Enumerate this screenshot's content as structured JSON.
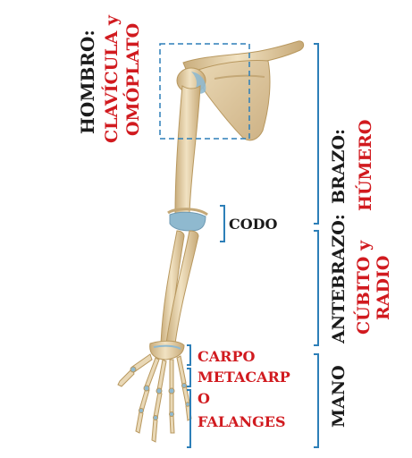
{
  "labels": {
    "hombro": "HOMBRO:",
    "clavicula": "CLAVÍCULA y",
    "omoplato": "OMÓPLATO",
    "brazo": "BRAZO:",
    "humero": "HÚMERO",
    "codo": "CODO",
    "antebrazo": "ANTEBRAZO:",
    "cubito": "CÚBITO y",
    "radio": "RADIO",
    "carpo": "CARPO",
    "metacarpo_line1": "METACARP",
    "metacarpo_line2": "O",
    "falanges": "FALANGES",
    "mano": "MANO"
  },
  "colors": {
    "bone": "#e6d3ad",
    "bone_shadow": "#c4a877",
    "joint": "#8fb9cf",
    "bracket": "#2d7fb8",
    "label_black": "#1b1b1b",
    "label_red": "#d11a1f"
  }
}
